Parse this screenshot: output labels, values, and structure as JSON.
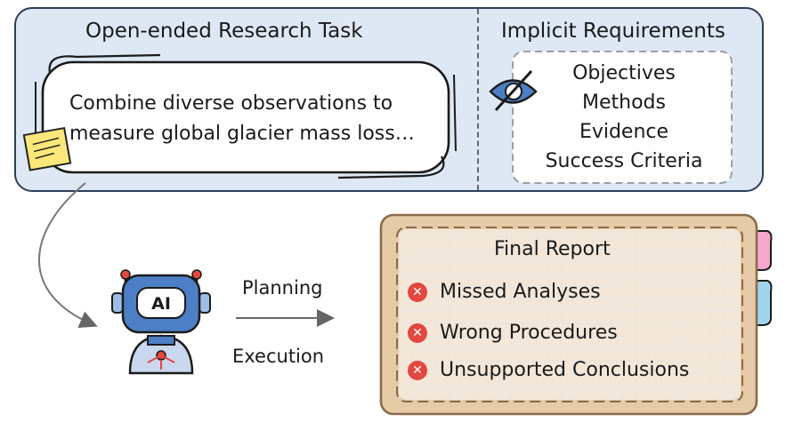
{
  "task": {
    "title": "Open-ended Research Task",
    "text": "Combine diverse observations to measure global glacier mass loss…"
  },
  "requirements": {
    "title": "Implicit Requirements",
    "items": [
      "Objectives",
      "Methods",
      "Evidence",
      "Success Criteria"
    ],
    "icon": "hidden-eye-icon"
  },
  "agent": {
    "icon": "robot-ai-icon",
    "badge": "AI",
    "planning_label": "Planning",
    "execution_label": "Execution"
  },
  "report": {
    "title": "Final Report",
    "issues": [
      "Missed Analyses",
      "Wrong Procedures",
      "Unsupported Conclusions"
    ],
    "issue_icon": "red-x-icon"
  },
  "colors": {
    "panel_bg": "#dde8f4",
    "panel_border": "#2c3e57",
    "report_frame": "#e6cba7",
    "report_border": "#8b6a4c",
    "error_red": "#e1483f",
    "robot_blue": "#4c7fc5",
    "sticky_note": "#fbe77a",
    "tab_pink": "#f7a6cc",
    "tab_blue": "#9fd6ee"
  }
}
